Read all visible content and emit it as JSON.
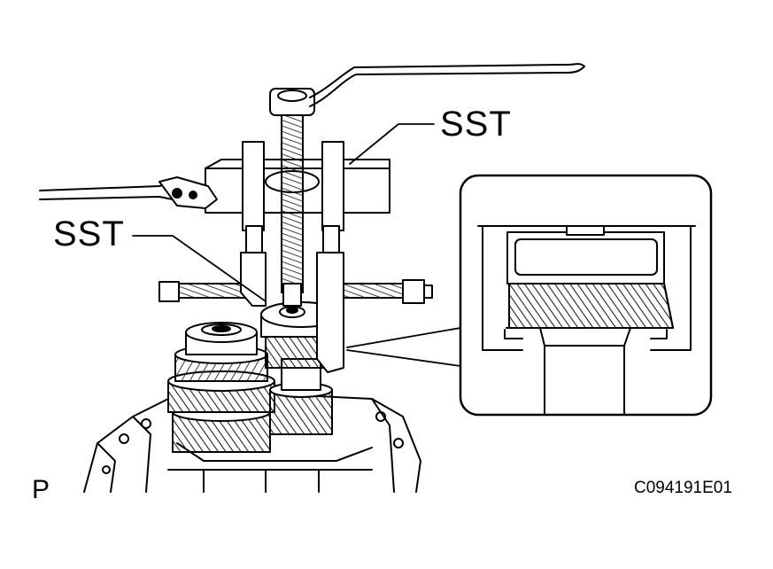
{
  "figure": {
    "callouts": [
      "SST",
      "SST"
    ],
    "corner_letter": "P",
    "figure_code": "C094191E01"
  },
  "colors": {
    "ink": "#000000",
    "paper": "#ffffff",
    "hatch": "#3a3a3a"
  }
}
